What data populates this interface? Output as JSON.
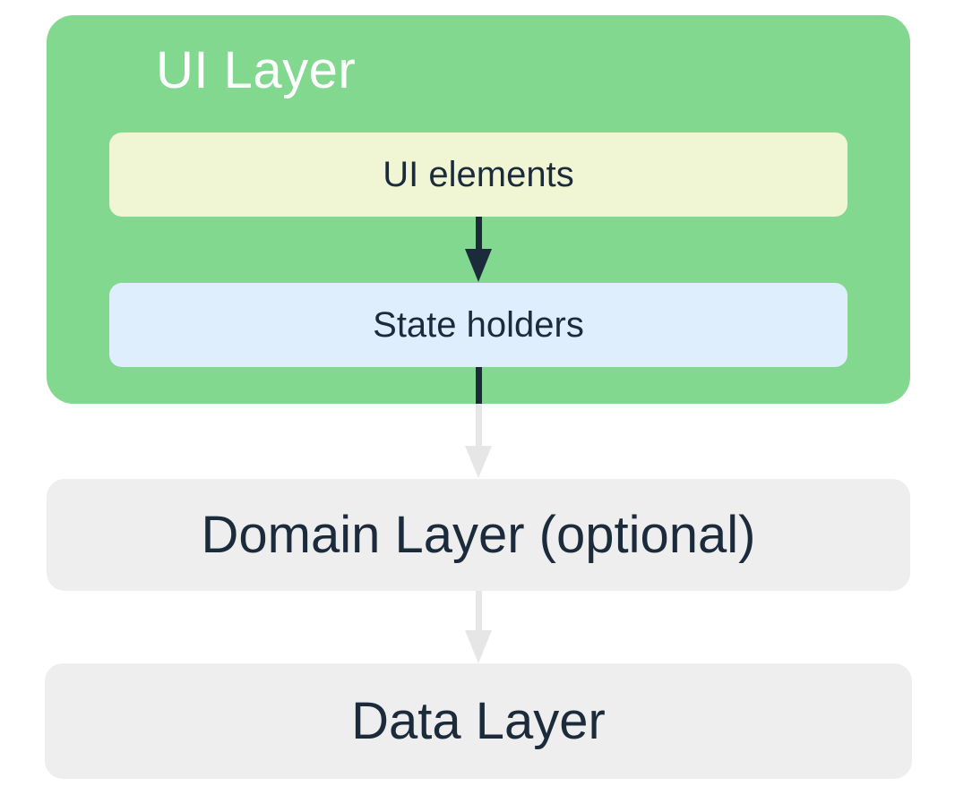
{
  "colors": {
    "ui_layer_bg": "#83d890",
    "ui_layer_text": "#ffffff",
    "ui_elements_bg": "#f0f6d4",
    "state_holders_bg": "#dfeefc",
    "layer_bg": "#eeeeee",
    "text_dark": "#1c2b3c",
    "arrow_dark": "#1c2b3c",
    "arrow_light": "#e6e6e6"
  },
  "diagram": {
    "ui_layer": {
      "title": "UI Layer",
      "ui_elements_label": "UI elements",
      "state_holders_label": "State holders"
    },
    "domain_layer_label": "Domain Layer (optional)",
    "data_layer_label": "Data Layer"
  }
}
